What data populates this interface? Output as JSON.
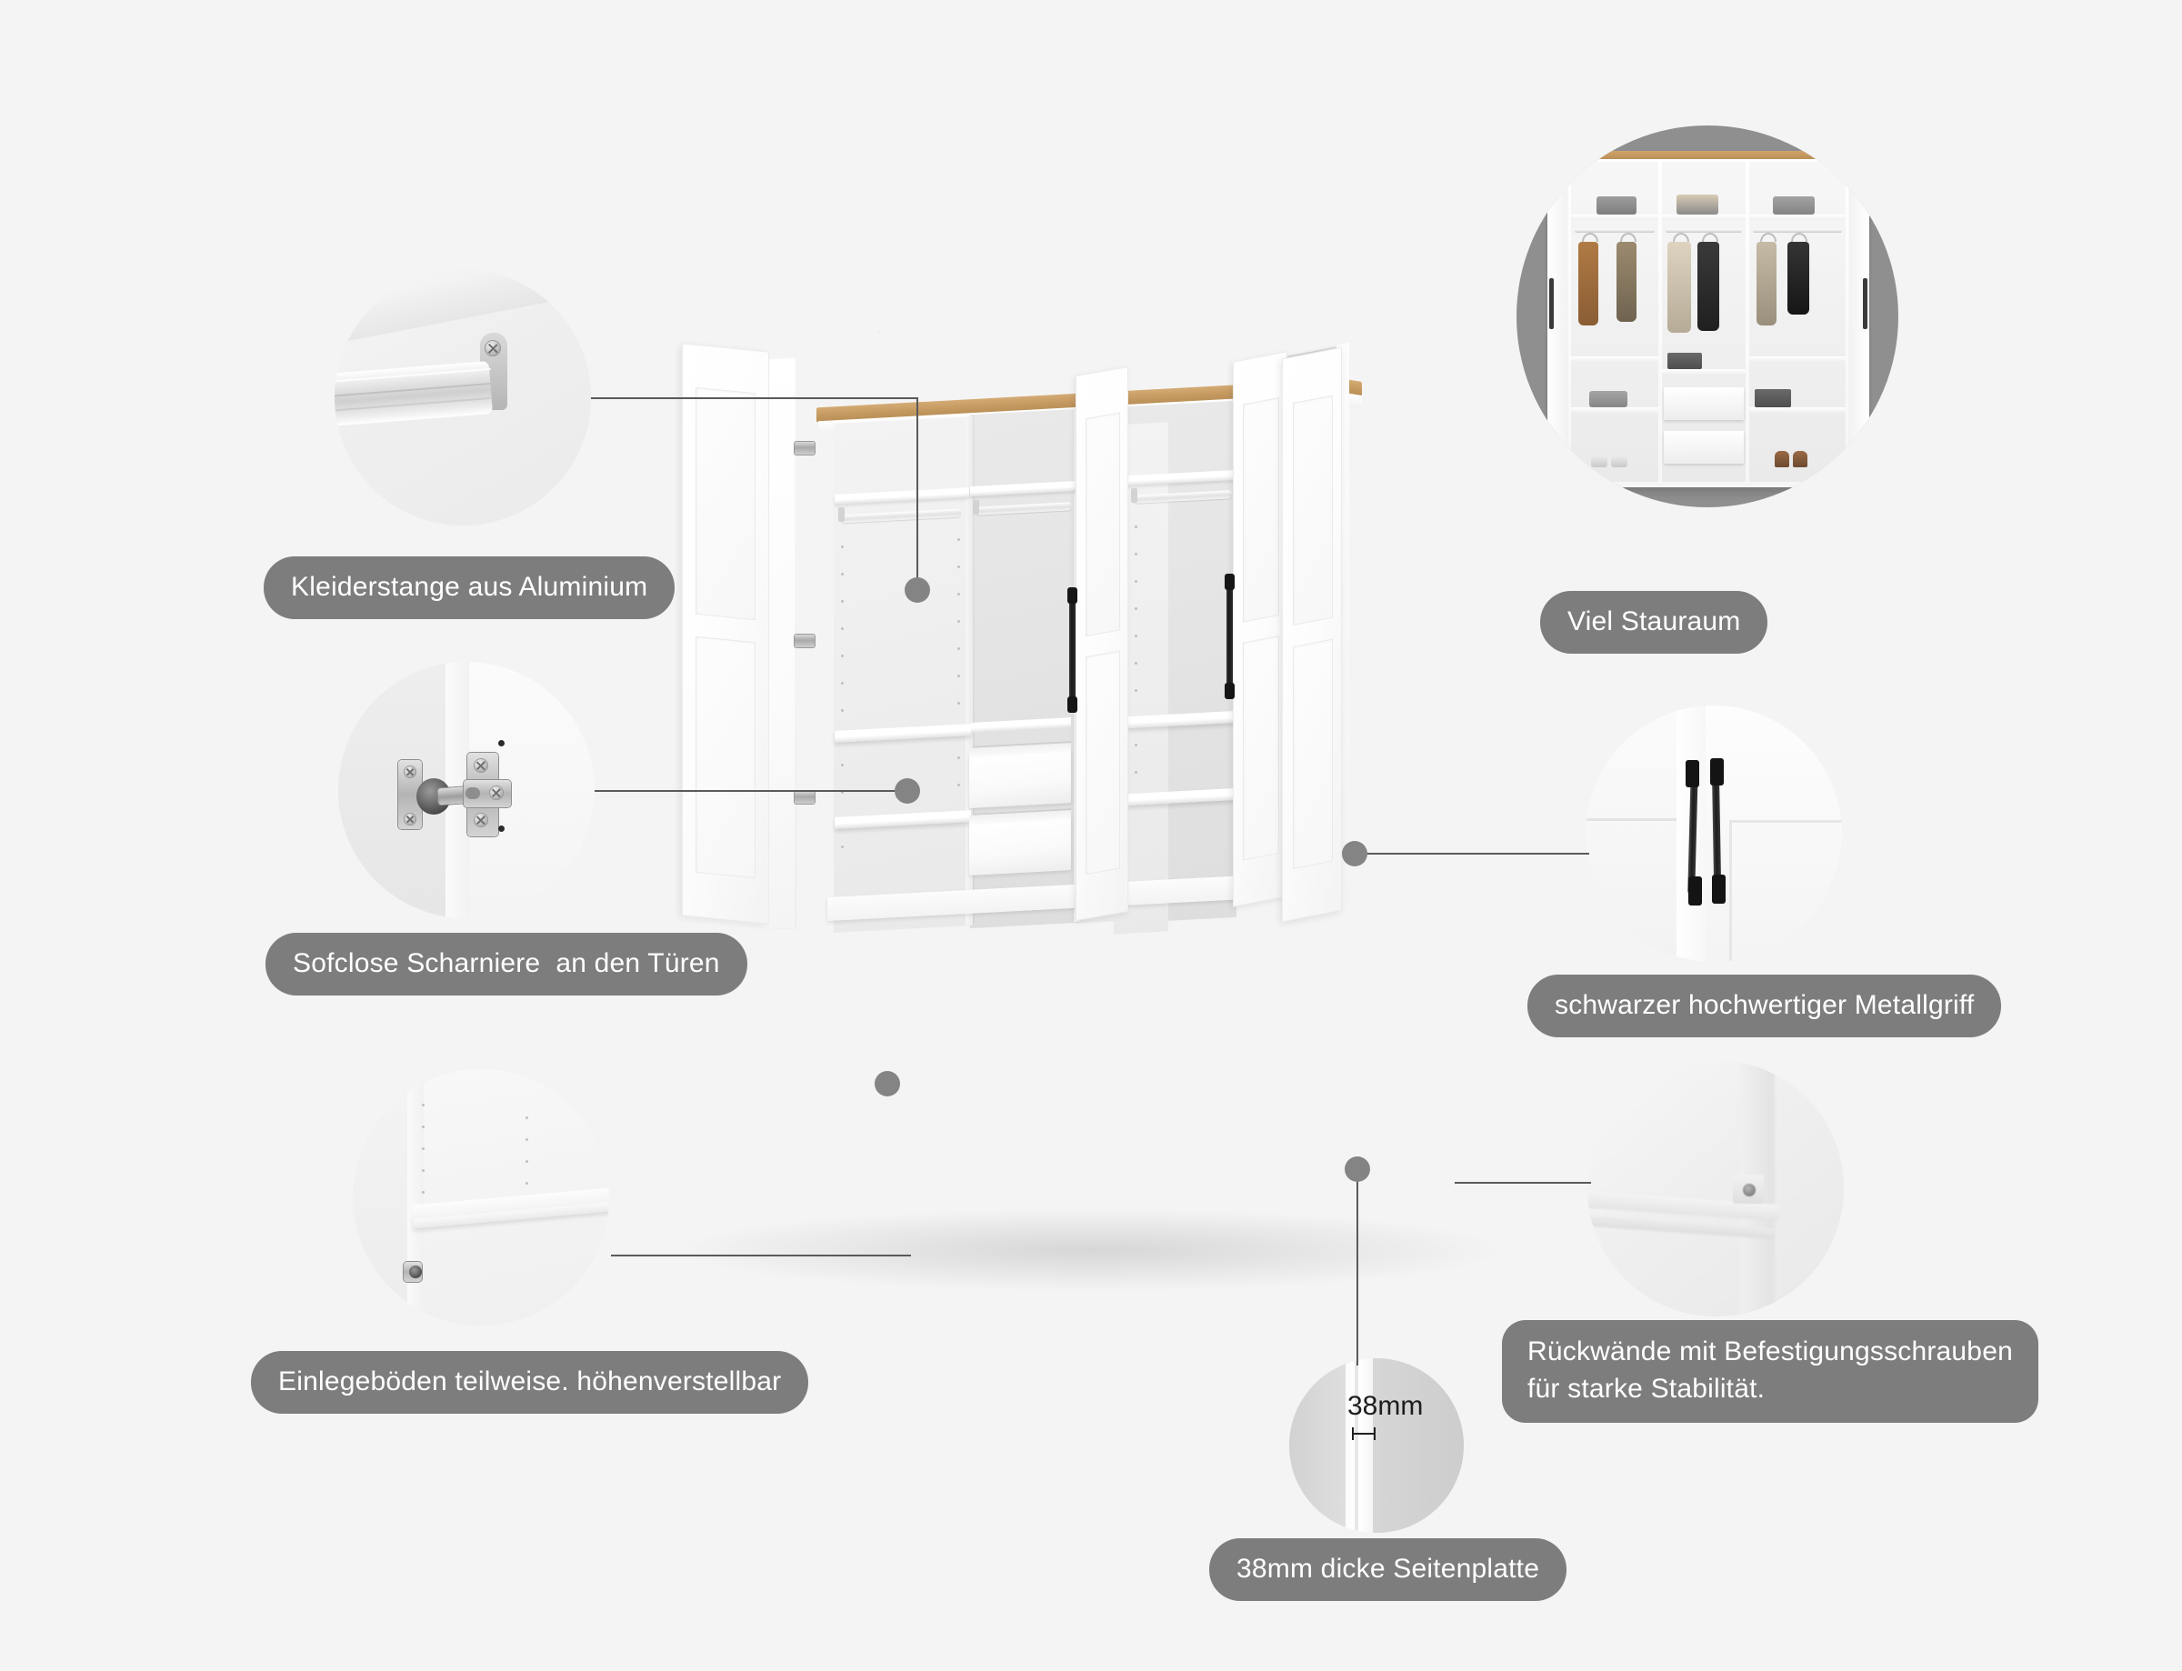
{
  "page": {
    "title": "Kleiderschrank Produktmerkmale",
    "background_color": "#f4f4f4",
    "pill_color": "#7d7d7d",
    "pill_text_color": "#ffffff",
    "connector_color": "#5a5a5a",
    "dot_color": "#848484",
    "accent_oak": "#c59a61"
  },
  "features": [
    {
      "id": "kleiderstange",
      "label": "Kleiderstange aus Aluminium",
      "icon": "clothes-rail-icon",
      "circle_background": "#f0f0f0"
    },
    {
      "id": "scharniere",
      "label": "Sofclose Scharniere  an den Türen",
      "icon": "hinge-icon",
      "circle_background": "#f0f0f0"
    },
    {
      "id": "einlegeboeden",
      "label": "Einlegeböden teilweise. höhenverstellbar",
      "icon": "shelf-icon",
      "circle_background": "#f0f0f0"
    },
    {
      "id": "stauraum",
      "label": "Viel Stauraum",
      "icon": "wardrobe-interior-icon",
      "circle_background": "#8f8f8f"
    },
    {
      "id": "metallgriff",
      "label": "schwarzer hochwertiger Metallgriff",
      "icon": "handle-icon",
      "circle_background": "#f0f0f0"
    },
    {
      "id": "rueckwaende",
      "label_line1": "Rückwände mit Befestigungsschrauben",
      "label_line2": "für starke Stabilität.",
      "icon": "back-panel-screw-icon",
      "circle_background": "#f0f0f0"
    },
    {
      "id": "seitenplatte",
      "label": "38mm dicke Seitenplatte",
      "dimension_label": "38mm",
      "icon": "side-panel-thickness-icon",
      "circle_background": "#f0f0f0"
    }
  ],
  "product": {
    "name": "wardrobe",
    "top_plate_color": "#c59a61",
    "body_color": "#ffffff",
    "handle_color": "#1c1c1c",
    "door_count": 5,
    "drawer_count": 2
  }
}
